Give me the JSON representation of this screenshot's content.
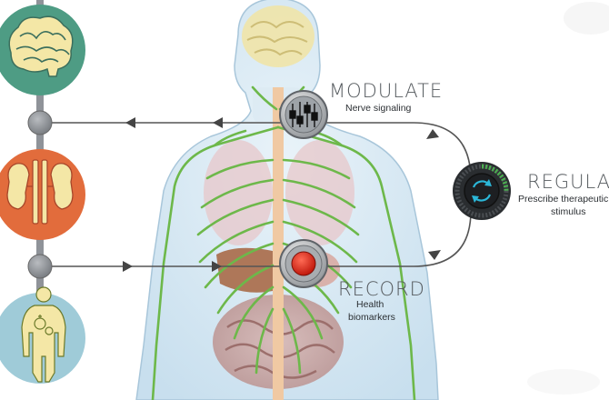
{
  "labels": {
    "modulate": {
      "title": "MODULATE",
      "subtitle": "Nerve signaling"
    },
    "regulate": {
      "title": "REGULATE",
      "subtitle_line1": "Prescribe therapeutic",
      "subtitle_line2": "stimulus"
    },
    "record": {
      "title": "RECORD",
      "subtitle_line1": "Health",
      "subtitle_line2": "biomarkers"
    }
  },
  "left_column_icons": [
    "brain-icon",
    "kidneys-icon",
    "human-gut-icon"
  ],
  "devices": {
    "modulate": "sliders-icon",
    "regulate": "cycle-icon",
    "record": "red-button-icon"
  },
  "colors": {
    "brain_circle": "#4e9c84",
    "kidney_circle": "#e26c3c",
    "body_circle": "#9fcbd8",
    "icon_fill": "#f4e7a6",
    "nerves": "#6db84a",
    "spine": "#f0c9a3",
    "flow_lines": "#555555",
    "connector": "#8f9399"
  }
}
